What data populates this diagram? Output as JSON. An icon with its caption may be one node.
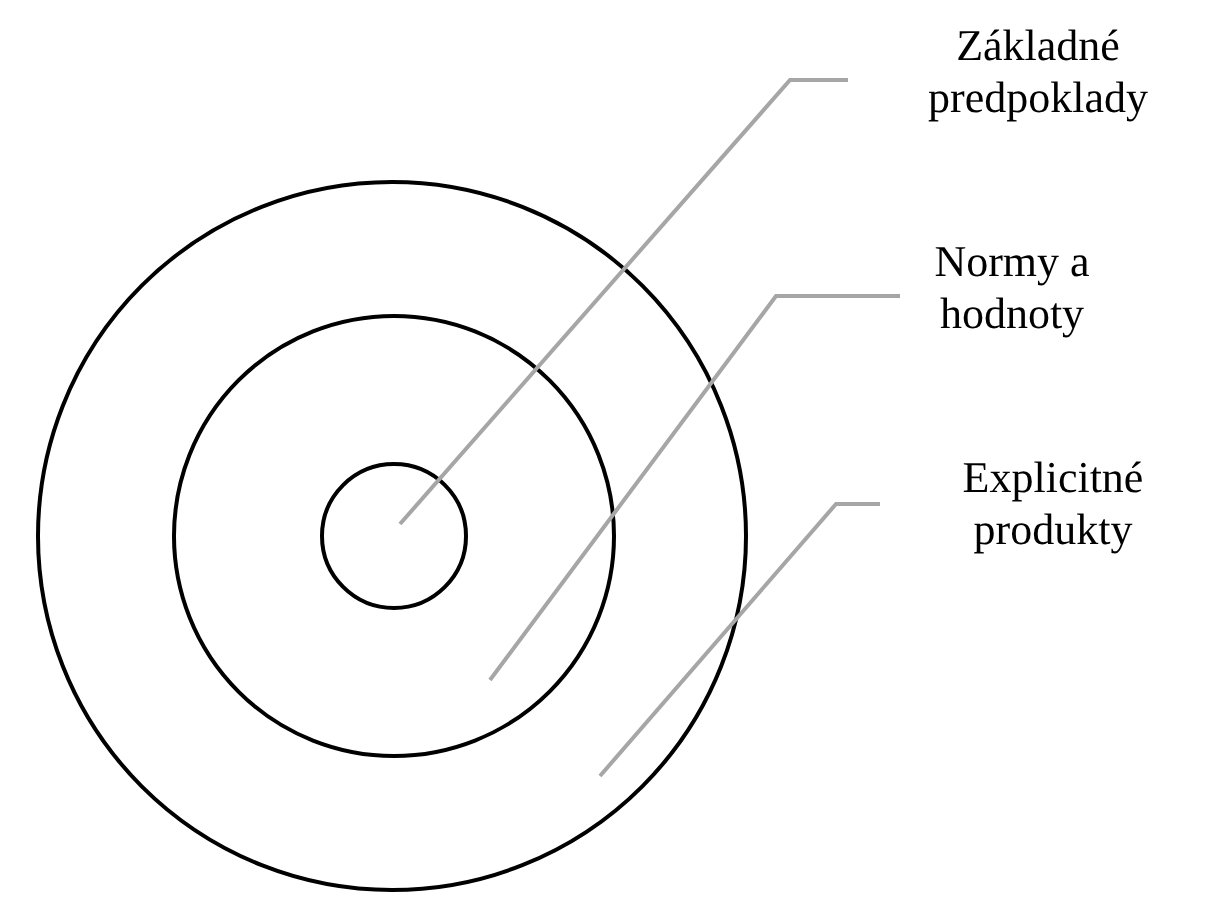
{
  "diagram": {
    "nodes": [
      {
        "text": [],
        "shape": "circle"
      },
      {
        "text": [],
        "shape": "circle",
        "in": 0
      },
      {
        "text": [],
        "shape": "circle",
        "in": 1
      },
      {
        "text": [
          "Základné predpoklady"
        ]
      },
      {
        "text": [
          "Normy a hodnoty"
        ]
      },
      {
        "text": [
          "Explicitné produkty"
        ]
      }
    ],
    "edges": [
      {
        "from": 3,
        "to": 2,
        "arrow": "none"
      },
      {
        "from": 4,
        "to": 1,
        "arrow": "none"
      },
      {
        "from": 5,
        "to": 0,
        "arrow": "none"
      }
    ]
  }
}
